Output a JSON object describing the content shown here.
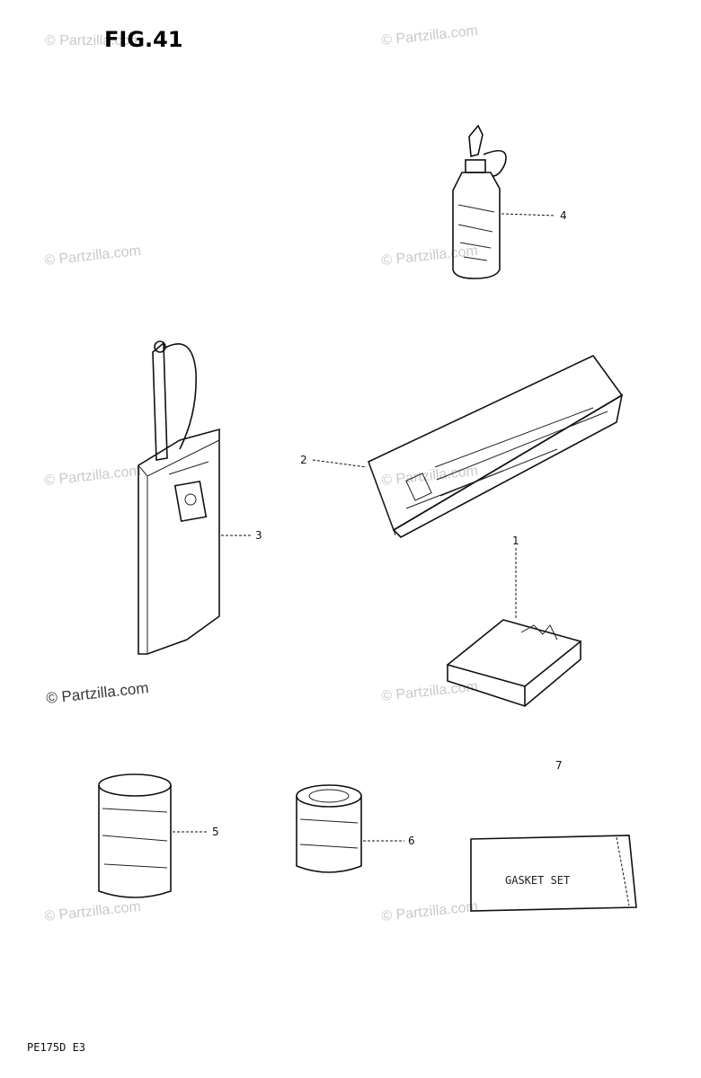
{
  "figure": {
    "title": "FIG.41",
    "footer_code": "PE175D E3"
  },
  "watermarks": {
    "light": "© Partzilla.com",
    "dark": "© Partzilla.com"
  },
  "callouts": [
    {
      "id": "1",
      "label": "1"
    },
    {
      "id": "2",
      "label": "2"
    },
    {
      "id": "3",
      "label": "3"
    },
    {
      "id": "4",
      "label": "4"
    },
    {
      "id": "5",
      "label": "5"
    },
    {
      "id": "6",
      "label": "6"
    },
    {
      "id": "7",
      "label": "7"
    }
  ],
  "parts": {
    "gasket_set_label": "GASKET SET"
  }
}
